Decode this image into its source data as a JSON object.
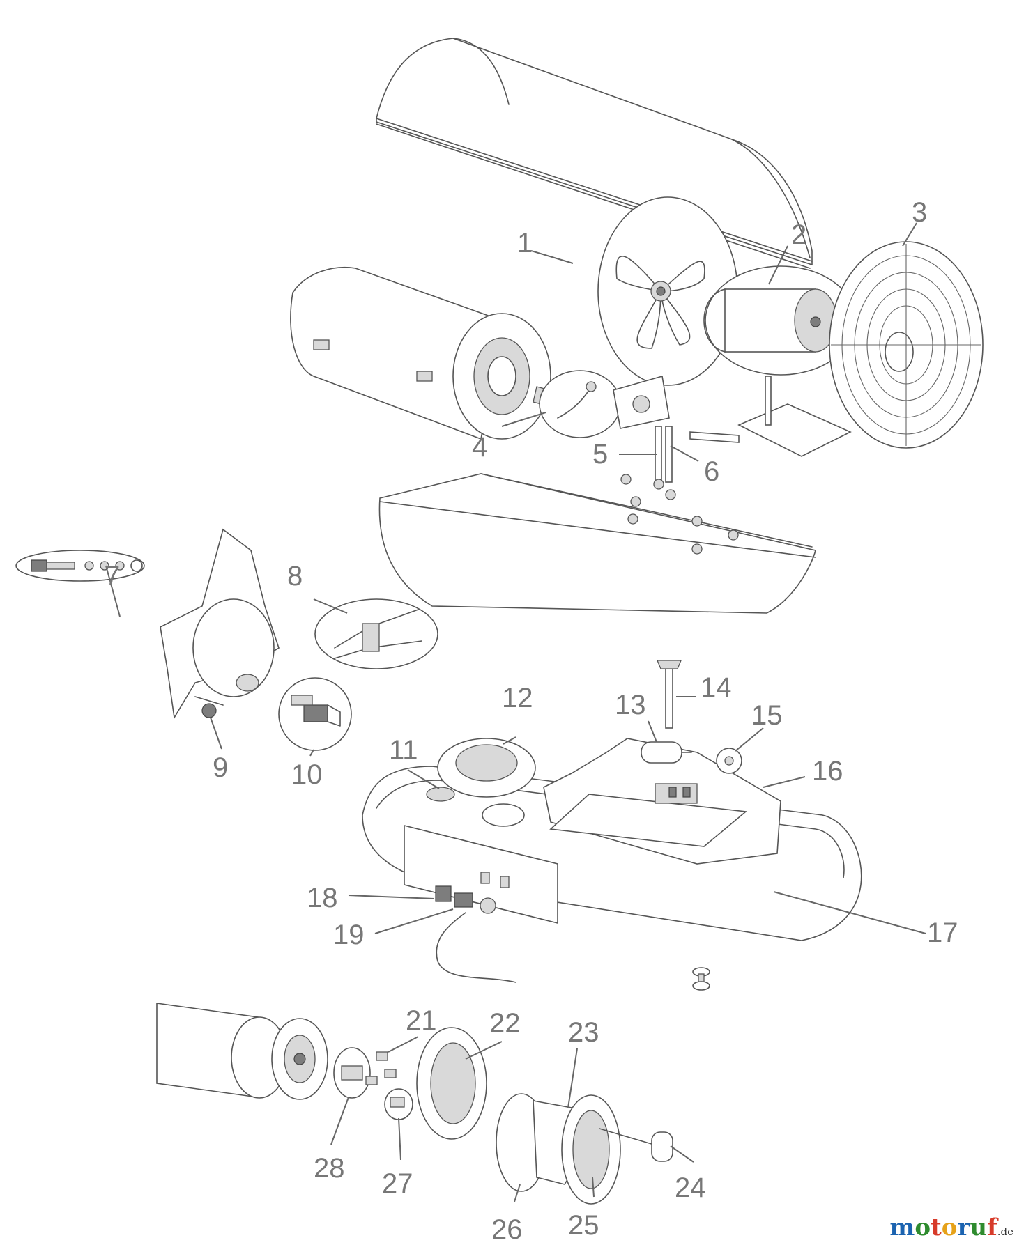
{
  "diagram": {
    "parts": [
      {
        "id": "1"
      },
      {
        "id": "2"
      },
      {
        "id": "3"
      },
      {
        "id": "4"
      },
      {
        "id": "5"
      },
      {
        "id": "6"
      },
      {
        "id": "7"
      },
      {
        "id": "8"
      },
      {
        "id": "9"
      },
      {
        "id": "10"
      },
      {
        "id": "11"
      },
      {
        "id": "12"
      },
      {
        "id": "13"
      },
      {
        "id": "14"
      },
      {
        "id": "15"
      },
      {
        "id": "16"
      },
      {
        "id": "17"
      },
      {
        "id": "18"
      },
      {
        "id": "19"
      },
      {
        "id": "21"
      },
      {
        "id": "22"
      },
      {
        "id": "23"
      },
      {
        "id": "24"
      },
      {
        "id": "25"
      },
      {
        "id": "26"
      },
      {
        "id": "27"
      },
      {
        "id": "28"
      }
    ]
  },
  "watermark": {
    "brand": "motoruf",
    "suffix": ".de",
    "colors": [
      "#1b63b0",
      "#2e8b2e",
      "#d73b2a",
      "#e6a21a",
      "#1b63b0",
      "#2e8b2e",
      "#d73b2a"
    ]
  }
}
